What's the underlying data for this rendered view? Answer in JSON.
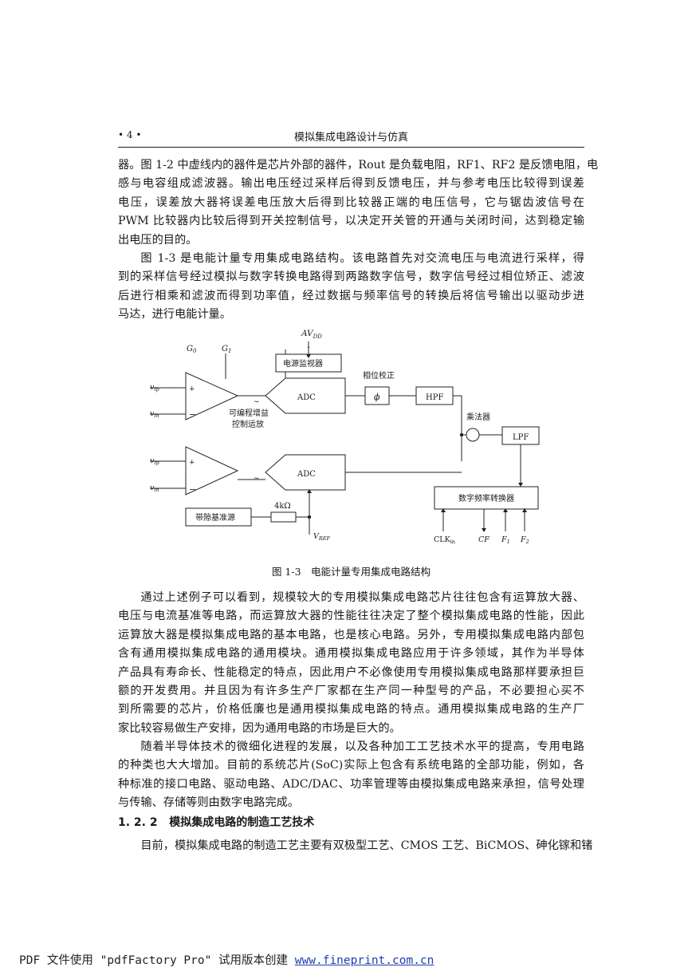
{
  "header": {
    "page_number": "• 4 •",
    "book_title": "模拟集成电路设计与仿真"
  },
  "para1": [
    "器。图 1-2 中虚线内的器件是芯片外部的器件，Rout 是负载电阻，RF1、RF2 是反馈电阻，电",
    "感与电容组成滤波器。输出电压经过采样后得到反馈电压，并与参考电压比较得到误差",
    "电压，误差放大器将误差电压放大后得到比较器正端的电压信号，它与锯齿波信号在",
    "PWM 比较器内比较后得到开关控制信号，以决定开关管的开通与关闭时间，达到稳定输",
    "出电压的目的。"
  ],
  "para2": [
    "图 1-3 是电能计量专用集成电路结构。该电路首先对交流电压与电流进行采样，得",
    "到的采样信号经过模拟与数字转换电路得到两路数字信号，数字信号经过相位矫正、滤波",
    "后进行相乘和滤波而得到功率值，经过数据与频率信号的转换后将信号输出以驱动步进",
    "马达，进行电能计量。"
  ],
  "figure": {
    "avdd": "AV",
    "avdd_sub": "DD",
    "g0": "G",
    "g0_sub": "0",
    "g1": "G",
    "g1_sub": "1",
    "power_monitor": "电源监视器",
    "phase_correction": "相位校正",
    "vip": "v",
    "vip_sub": "ip",
    "vin": "v",
    "vin_sub": "in",
    "vip2": "v",
    "vip2_sub": "ip",
    "vin2": "v",
    "vin2_sub": "in",
    "plus": "+",
    "minus": "−",
    "plus2": "+",
    "minus2": "−",
    "adc1": "ADC",
    "adc2": "ADC",
    "phi": "ϕ",
    "hpf": "HPF",
    "multiplier": "乘法器",
    "lpf": "LPF",
    "pga_line1": "可编程增益",
    "pga_line2": "控制运放",
    "tilde1": "~",
    "tilde2": "~",
    "bandgap": "带隙基准源",
    "resistor": "4kΩ",
    "vref": "V",
    "vref_sub": "REF",
    "dfc": "数字频率转换器",
    "clk": "CLK",
    "clk_sub": "in",
    "cf": "CF",
    "f1": "F",
    "f1_sub": "1",
    "f2": "F",
    "f2_sub": "2"
  },
  "figure_caption": "图 1-3　电能计量专用集成电路结构",
  "para3": [
    "通过上述例子可以看到，规模较大的专用模拟集成电路芯片往往包含有运算放大器、",
    "电压与电流基准等电路，而运算放大器的性能往往决定了整个模拟集成电路的性能，因此",
    "运算放大器是模拟集成电路的基本电路，也是核心电路。另外，专用模拟集成电路内部包",
    "含有通用模拟集成电路的通用模块。通用模拟集成电路应用于许多领域，其作为半导体",
    "产品具有寿命长、性能稳定的特点，因此用户不必像使用专用模拟集成电路那样要承担巨",
    "额的开发费用。并且因为有许多生产厂家都在生产同一种型号的产品，不必要担心买不",
    "到所需要的芯片，价格低廉也是通用模拟集成电路的特点。通用模拟集成电路的生产厂",
    "家比较容易做生产安排，因为通用电路的市场是巨大的。"
  ],
  "para4": [
    "随着半导体技术的微细化进程的发展，以及各种加工工艺技术水平的提高，专用电路",
    "的种类也大大增加。目前的系统芯片(SoC)实际上包含有系统电路的全部功能，例如，各",
    "种标准的接口电路、驱动电路、ADC/DAC、功率管理等由模拟集成电路来承担，信号处理",
    "与传输、存储等则由数字电路完成。"
  ],
  "section": {
    "number": "1. 2. 2",
    "title": "模拟集成电路的制造工艺技术"
  },
  "para5": [
    "目前，模拟集成电路的制造工艺主要有双极型工艺、CMOS 工艺、BiCMOS、砷化镓和锗"
  ],
  "footer": {
    "text": "PDF 文件使用 \"pdfFactory Pro\" 试用版本创建 ",
    "link": "www.fineprint.com.cn"
  }
}
